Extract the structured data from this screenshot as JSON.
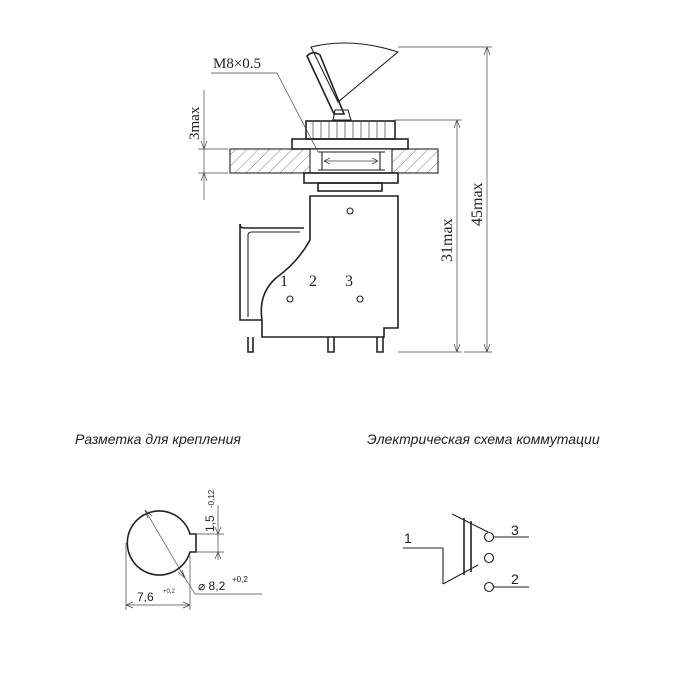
{
  "switch_drawing": {
    "thread_label": "M8×0.5",
    "dim_3max": "3max",
    "dim_31max": "31max",
    "dim_45max": "45max",
    "pin_labels": [
      "1",
      "2",
      "3"
    ]
  },
  "mounting": {
    "caption": "Разметка для крепления",
    "dim_width": "1,5",
    "dim_width_tol": "-0,12",
    "dim_diameter": "⌀ 8,2",
    "dim_diameter_tol": "+0,2",
    "dim_flat": "7,6",
    "dim_flat_tol": "+0,2"
  },
  "schematic": {
    "caption": "Электрическая схема коммутации",
    "terminals": [
      "1",
      "3",
      "2"
    ]
  }
}
